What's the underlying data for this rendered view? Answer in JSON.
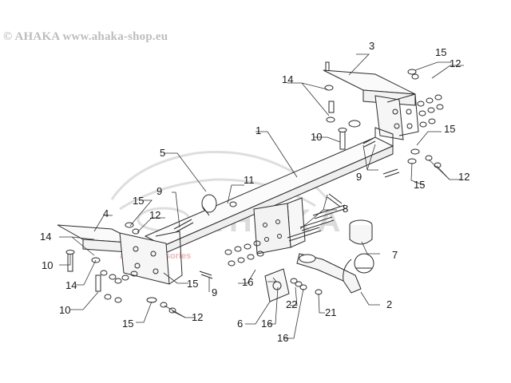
{
  "watermark": {
    "copyright": "© AHAKA www.ahaka-shop.eu",
    "brand": "AHAKA",
    "tagline": "auto accessories"
  },
  "parts": [
    {
      "id": "label-1",
      "text": "1"
    },
    {
      "id": "label-2",
      "text": "2"
    },
    {
      "id": "label-3",
      "text": "3"
    },
    {
      "id": "label-4",
      "text": "4"
    },
    {
      "id": "label-5",
      "text": "5"
    },
    {
      "id": "label-6",
      "text": "6"
    },
    {
      "id": "label-7",
      "text": "7"
    },
    {
      "id": "label-8",
      "text": "8"
    },
    {
      "id": "label-9a",
      "text": "9"
    },
    {
      "id": "label-9b",
      "text": "9"
    },
    {
      "id": "label-9c",
      "text": "9"
    },
    {
      "id": "label-10a",
      "text": "10"
    },
    {
      "id": "label-10b",
      "text": "10"
    },
    {
      "id": "label-10c",
      "text": "10"
    },
    {
      "id": "label-11",
      "text": "11"
    },
    {
      "id": "label-12a",
      "text": "12"
    },
    {
      "id": "label-12b",
      "text": "12"
    },
    {
      "id": "label-12c",
      "text": "12"
    },
    {
      "id": "label-12d",
      "text": "12"
    },
    {
      "id": "label-14a",
      "text": "14"
    },
    {
      "id": "label-14b",
      "text": "14"
    },
    {
      "id": "label-14c",
      "text": "14"
    },
    {
      "id": "label-15a",
      "text": "15"
    },
    {
      "id": "label-15b",
      "text": "15"
    },
    {
      "id": "label-15c",
      "text": "15"
    },
    {
      "id": "label-15d",
      "text": "15"
    },
    {
      "id": "label-15e",
      "text": "15"
    },
    {
      "id": "label-15f",
      "text": "15"
    },
    {
      "id": "label-16a",
      "text": "16"
    },
    {
      "id": "label-16b",
      "text": "16"
    },
    {
      "id": "label-16c",
      "text": "16"
    },
    {
      "id": "label-21",
      "text": "21"
    },
    {
      "id": "label-22",
      "text": "22"
    }
  ]
}
